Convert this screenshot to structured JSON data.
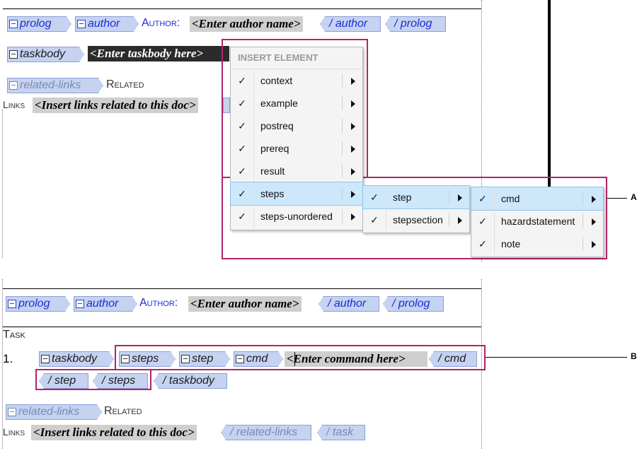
{
  "top": {
    "row1": {
      "prolog": "prolog",
      "author": "author",
      "author_label": "Author:",
      "author_placeholder": "<Enter author name>",
      "close_author": "/ author",
      "close_prolog": "/ prolog"
    },
    "row2": {
      "taskbody": "taskbody",
      "placeholder": "<Enter taskbody here>"
    },
    "row3": {
      "related_links": "related-links",
      "related_label": "Related",
      "links_label": "Links",
      "placeholder": "<Insert links related to this doc>"
    }
  },
  "menu": {
    "header": "INSERT ELEMENT",
    "items": [
      "context",
      "example",
      "postreq",
      "prereq",
      "result",
      "steps",
      "steps-unordered"
    ],
    "highlighted": "steps"
  },
  "submenu1": {
    "items": [
      "step",
      "stepsection"
    ],
    "highlighted": "step"
  },
  "submenu2": {
    "items": [
      "cmd",
      "hazardstatement",
      "note"
    ],
    "highlighted": "cmd"
  },
  "callouts": {
    "a": "A",
    "b": "B"
  },
  "bottom": {
    "row1": {
      "prolog": "prolog",
      "author": "author",
      "author_label": "Author:",
      "author_placeholder": "<Enter author name>",
      "close_author": "/ author",
      "close_prolog": "/ prolog"
    },
    "task_label": "Task",
    "step_number": "1.",
    "row2": {
      "taskbody": "taskbody",
      "steps": "steps",
      "step": "step",
      "cmd": "cmd",
      "placeholder": "<Enter command here>",
      "close_cmd": "/ cmd"
    },
    "row3": {
      "close_step": "/ step",
      "close_steps": "/ steps",
      "close_taskbody": "/ taskbody"
    },
    "row4": {
      "related_links": "related-links",
      "related_label": "Related"
    },
    "row5": {
      "links_label": "Links",
      "placeholder": "<Insert links related to this doc>",
      "close_related_links": "/ related-links",
      "close_task": "/ task"
    }
  },
  "colors": {
    "tag_fill": "#c5d3f1",
    "tag_text": "#1a2bd6",
    "callout": "#b0246a",
    "menu_highlight": "#cde7fb"
  }
}
